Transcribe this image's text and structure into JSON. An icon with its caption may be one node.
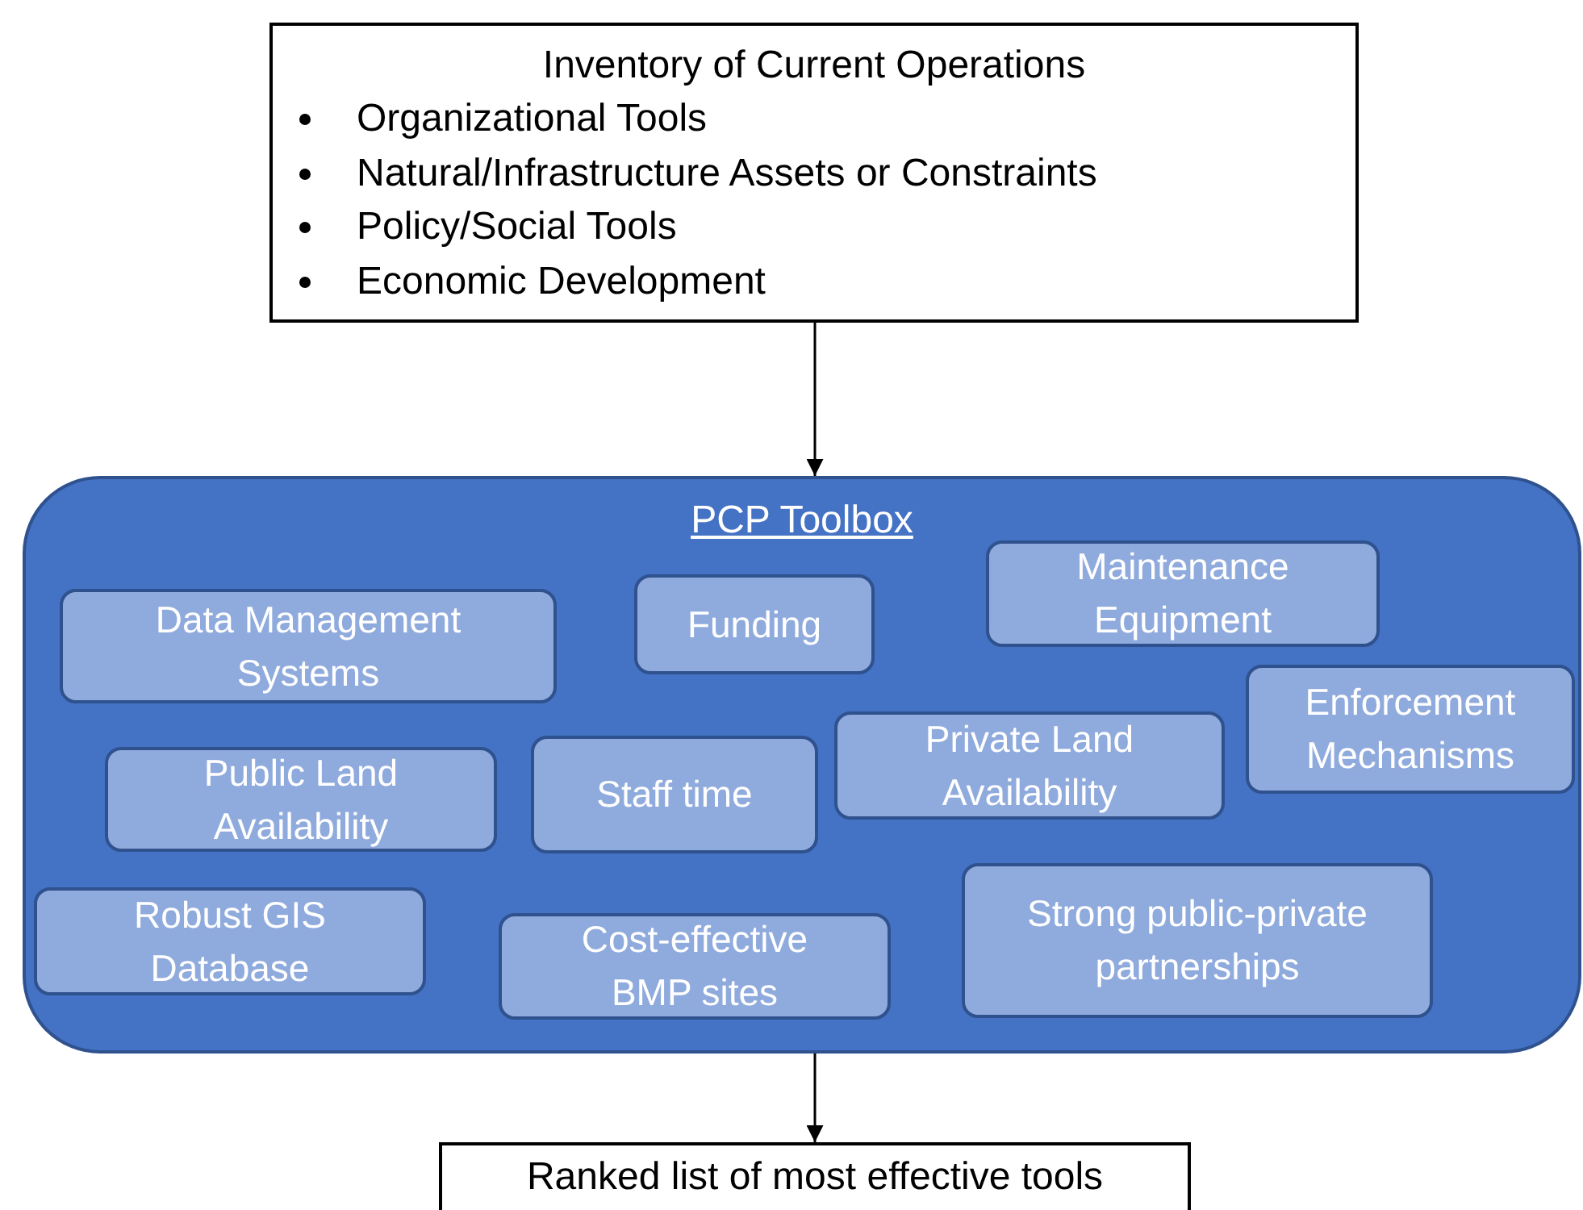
{
  "diagram": {
    "nodes": [
      {
        "text": [
          "Inventory of Current Operations",
          "Organizational Tools",
          "Natural/Infrastructure Assets or Constraints",
          "Policy/Social Tools",
          "Economic Development"
        ]
      },
      {
        "text": [
          "PCP Toolbox"
        ]
      },
      {
        "text": [
          "Data Management Systems"
        ],
        "in": 1
      },
      {
        "text": [
          "Funding"
        ],
        "in": 1
      },
      {
        "text": [
          "Maintenance Equipment"
        ],
        "in": 1
      },
      {
        "text": [
          "Enforcement Mechanisms"
        ],
        "in": 1
      },
      {
        "text": [
          "Public Land Availability"
        ],
        "in": 1
      },
      {
        "text": [
          "Staff time"
        ],
        "in": 1
      },
      {
        "text": [
          "Private Land Availability"
        ],
        "in": 1
      },
      {
        "text": [
          "Robust GIS Database"
        ],
        "in": 1
      },
      {
        "text": [
          "Cost-effective BMP sites"
        ],
        "in": 1
      },
      {
        "text": [
          "Strong public-private partnerships"
        ],
        "in": 1
      },
      {
        "text": [
          "Ranked list of most effective tools"
        ]
      }
    ],
    "edges": [
      {
        "from": 0,
        "to": 1,
        "arrow": "to"
      },
      {
        "from": 1,
        "to": 12,
        "arrow": "to"
      }
    ]
  }
}
